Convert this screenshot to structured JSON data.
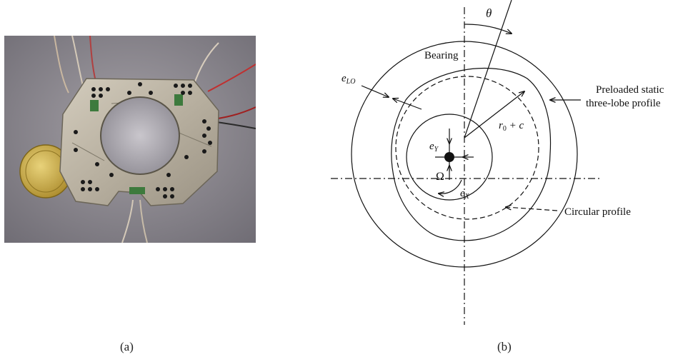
{
  "captions": {
    "a": "(a)",
    "b": "(b)"
  },
  "labels": {
    "theta": "θ",
    "bearing": "Bearing",
    "e_lo_main": "e",
    "e_lo_sub": "LO",
    "preloaded_line1": "Preloaded static",
    "preloaded_line2": "three-lobe profile",
    "r0c_r": "r",
    "r0c_sub": "0",
    "r0c_rest": " + c",
    "e_y_main": "e",
    "e_y_sub": "Y",
    "e_x_main": "e",
    "e_x_sub": "X",
    "omega": "Ω",
    "circular": "Circular profile"
  },
  "colors": {
    "photo_bg": "#8f8c92",
    "bearing_metal": "#b9b2a4",
    "coin": "#c9a94a",
    "line": "#111111"
  }
}
